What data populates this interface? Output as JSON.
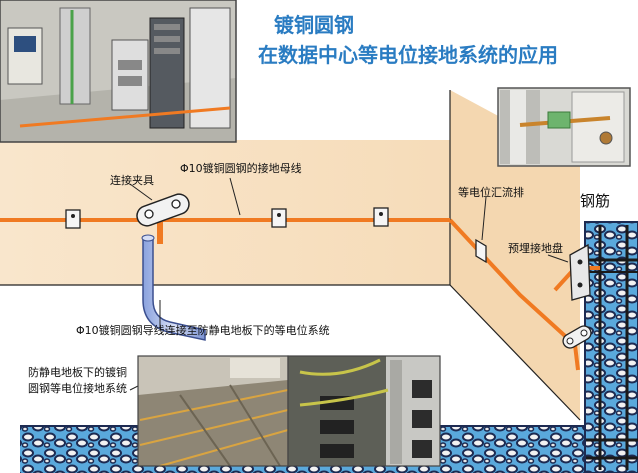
{
  "title": {
    "line1": "镀铜圆钢",
    "line2": "在数据中心等电位接地系统的应用"
  },
  "labels": {
    "clamp": "连接夹具",
    "busbar": "Φ10镀铜圆钢的接地母线",
    "equipotential_bar": "等电位汇流排",
    "rebar": "钢筋",
    "embedded_plate": "预埋接地盘",
    "conductor_note": "Φ10镀铜圆钢导线连接至防静电地板下的等电位系统",
    "floor_note_1": "防静电地板下的镀铜",
    "floor_note_2": "圆钢等电位接地系统"
  },
  "colors": {
    "title": "#2a7cc2",
    "conductor": "#f07a22",
    "wall": "#f7e1c2",
    "concrete_water": "#5aa9dc",
    "stone": "#2a3d6b"
  },
  "photos": [
    "server-cabinet-photo",
    "wall-clamp-photo",
    "raised-floor-photo",
    "cable-connection-photo"
  ]
}
